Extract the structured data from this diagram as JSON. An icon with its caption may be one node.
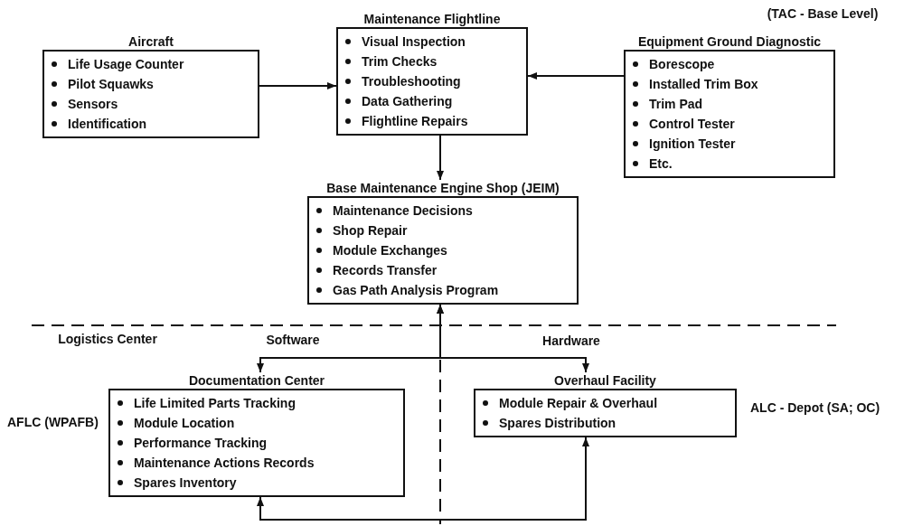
{
  "diagram": {
    "nodes": [
      {
        "text": [
          "Aircraft",
          "Life Usage Counter",
          "Pilot Squawks",
          "Sensors",
          "Identification"
        ]
      },
      {
        "text": [
          "Maintenance Flightline",
          "Visual Inspection",
          "Trim Checks",
          "Troubleshooting",
          "Data Gathering",
          "Flightline Repairs"
        ]
      },
      {
        "text": [
          "Equipment Ground Diagnostic",
          "Borescope",
          "Installed Trim Box",
          "Trim Pad",
          "Control Tester",
          "Ignition Tester",
          "Etc."
        ]
      },
      {
        "text": [
          "Base Maintenance Engine Shop (JEIM)",
          "Maintenance Decisions",
          "Shop Repair",
          "Module Exchanges",
          "Records Transfer",
          "Gas Path Analysis Program"
        ]
      },
      {
        "text": [
          "Documentation Center",
          "Life Limited Parts Tracking",
          "Module Location",
          "Performance Tracking",
          "Maintenance Actions Records",
          "Spares Inventory"
        ]
      },
      {
        "text": [
          "Overhaul Facility",
          "Module Repair & Overhaul",
          "Spares Distribution"
        ]
      }
    ],
    "edges": [
      {
        "from": 0,
        "to": 1,
        "arrow": "to"
      },
      {
        "from": 2,
        "to": 1,
        "arrow": "to"
      },
      {
        "from": 1,
        "to": 3,
        "arrow": "to"
      },
      {
        "from": 3,
        "to": 4,
        "arrow": "both"
      },
      {
        "from": 3,
        "to": 5,
        "arrow": "both"
      },
      {
        "from": 5,
        "to": 4,
        "arrow": "both"
      }
    ],
    "labels": [
      "(TAC - Base Level)",
      "Logistics Center",
      "Software",
      "Hardware",
      "AFLC (WPAFB)",
      "ALC - Depot (SA; OC)"
    ]
  }
}
